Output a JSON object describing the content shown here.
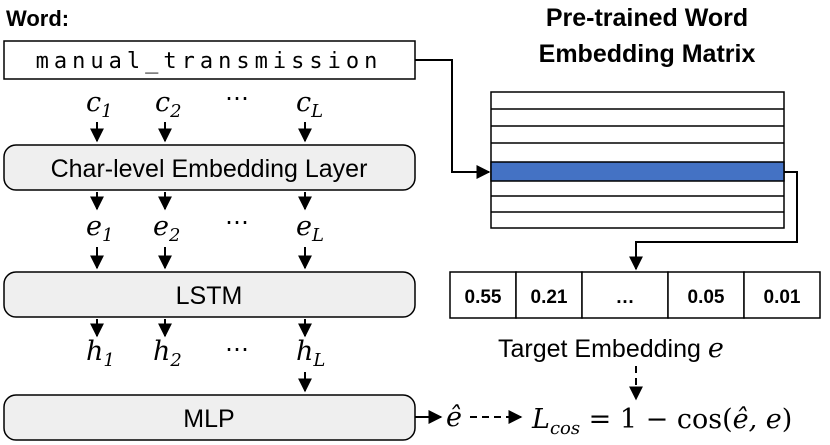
{
  "word_label": "Word:",
  "word_value": "manual_transmission",
  "matrix_title_line1": "Pre-trained Word",
  "matrix_title_line2": "Embedding Matrix",
  "matrix_highlight_color": "#4472C4",
  "char_layer_label": "Char-level Embedding Layer",
  "lstm_label": "LSTM",
  "mlp_label": "MLP",
  "ellipsis": "⋯",
  "char_inputs": [
    {
      "base": "c",
      "sub": "1"
    },
    {
      "base": "c",
      "sub": "2"
    },
    {
      "base": "c",
      "sub": "L"
    }
  ],
  "embeddings": [
    {
      "base": "e",
      "sub": "1"
    },
    {
      "base": "e",
      "sub": "2"
    },
    {
      "base": "e",
      "sub": "L"
    }
  ],
  "hidden_states": [
    {
      "base": "h",
      "sub": "1"
    },
    {
      "base": "h",
      "sub": "2"
    },
    {
      "base": "h",
      "sub": "L"
    }
  ],
  "target_vector": [
    "0.55",
    "0.21",
    "…",
    "0.05",
    "0.01"
  ],
  "target_label": "Target Embedding ",
  "target_symbol": "e",
  "prediction_symbol": "ê",
  "loss": {
    "lhs": "L",
    "lhs_sub": "cos",
    "equals": " = 1 − cos(",
    "args": "ê, e",
    "close": ")"
  }
}
